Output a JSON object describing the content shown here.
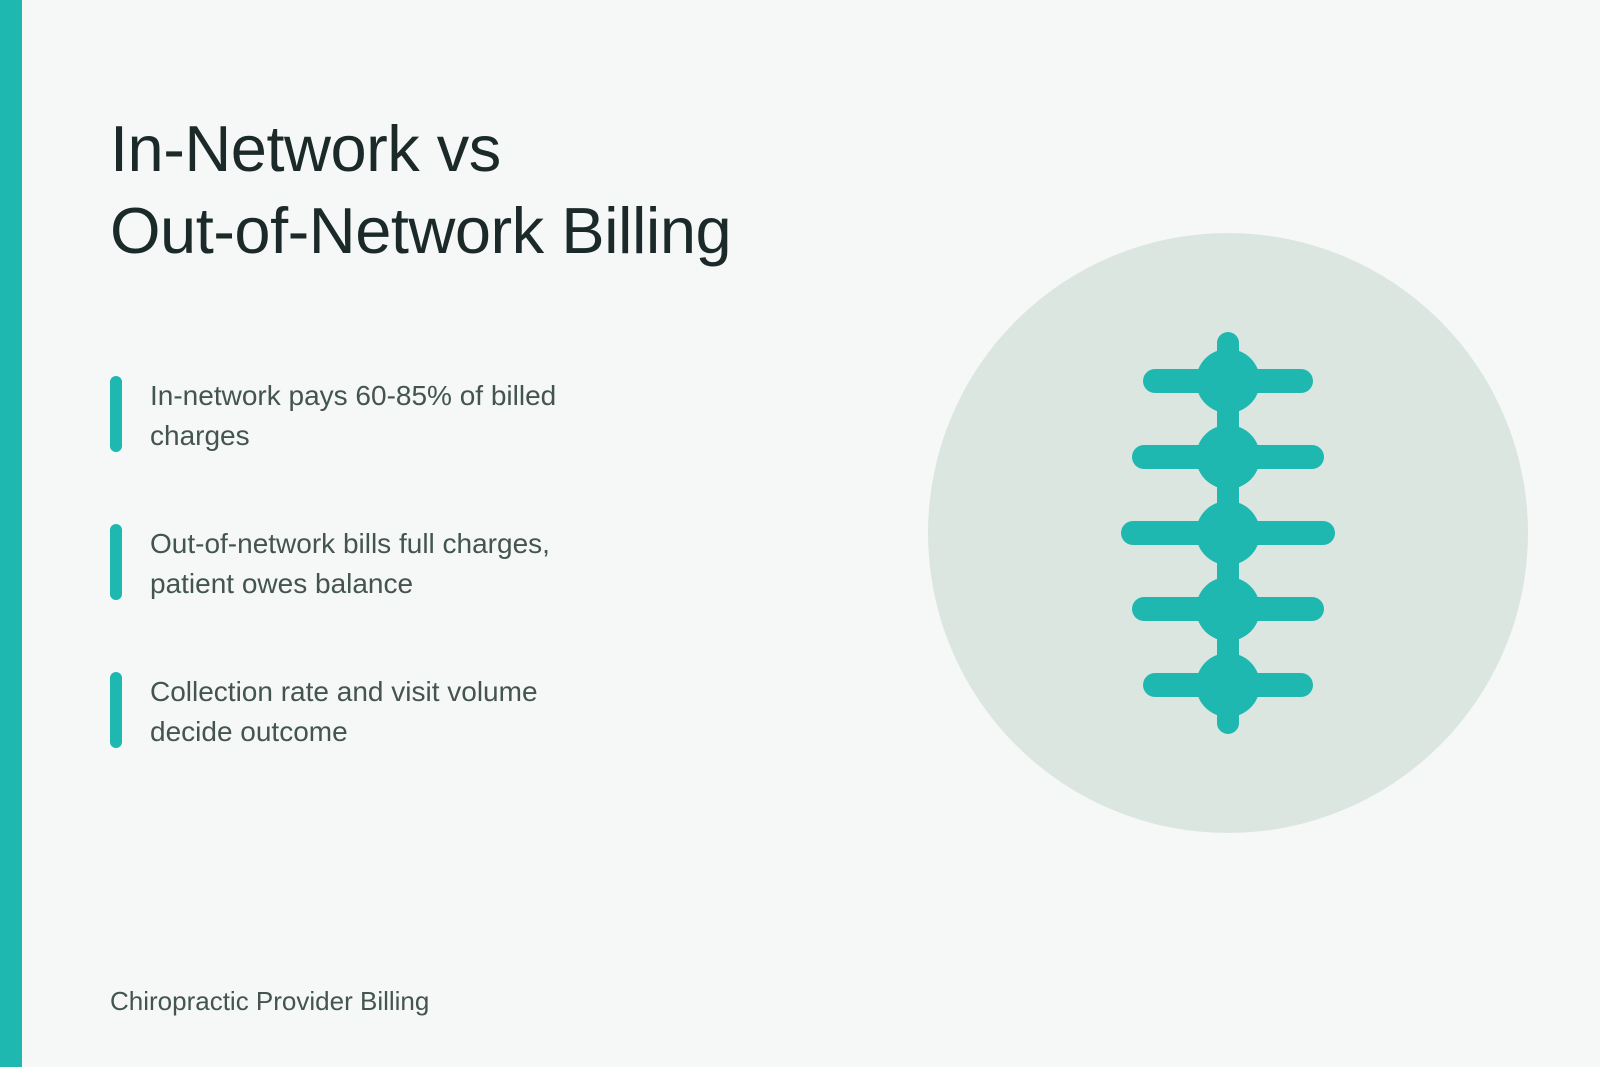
{
  "title": {
    "line1": "In-Network vs",
    "line2": "Out-of-Network Billing"
  },
  "bullets": [
    {
      "text": "In-network pays 60-85% of billed charges"
    },
    {
      "text": "Out-of-network bills full charges, patient owes balance"
    },
    {
      "text": "Collection rate and visit volume decide outcome"
    }
  ],
  "footer": {
    "text": "Chiropractic Provider Billing"
  },
  "illustration": {
    "icon": "spine-icon"
  },
  "colors": {
    "accent": "#1fb8b0",
    "background": "#f5f8f7",
    "circle": "#dce6e1",
    "title_text": "#1b2a28",
    "body_text": "#44544f"
  }
}
